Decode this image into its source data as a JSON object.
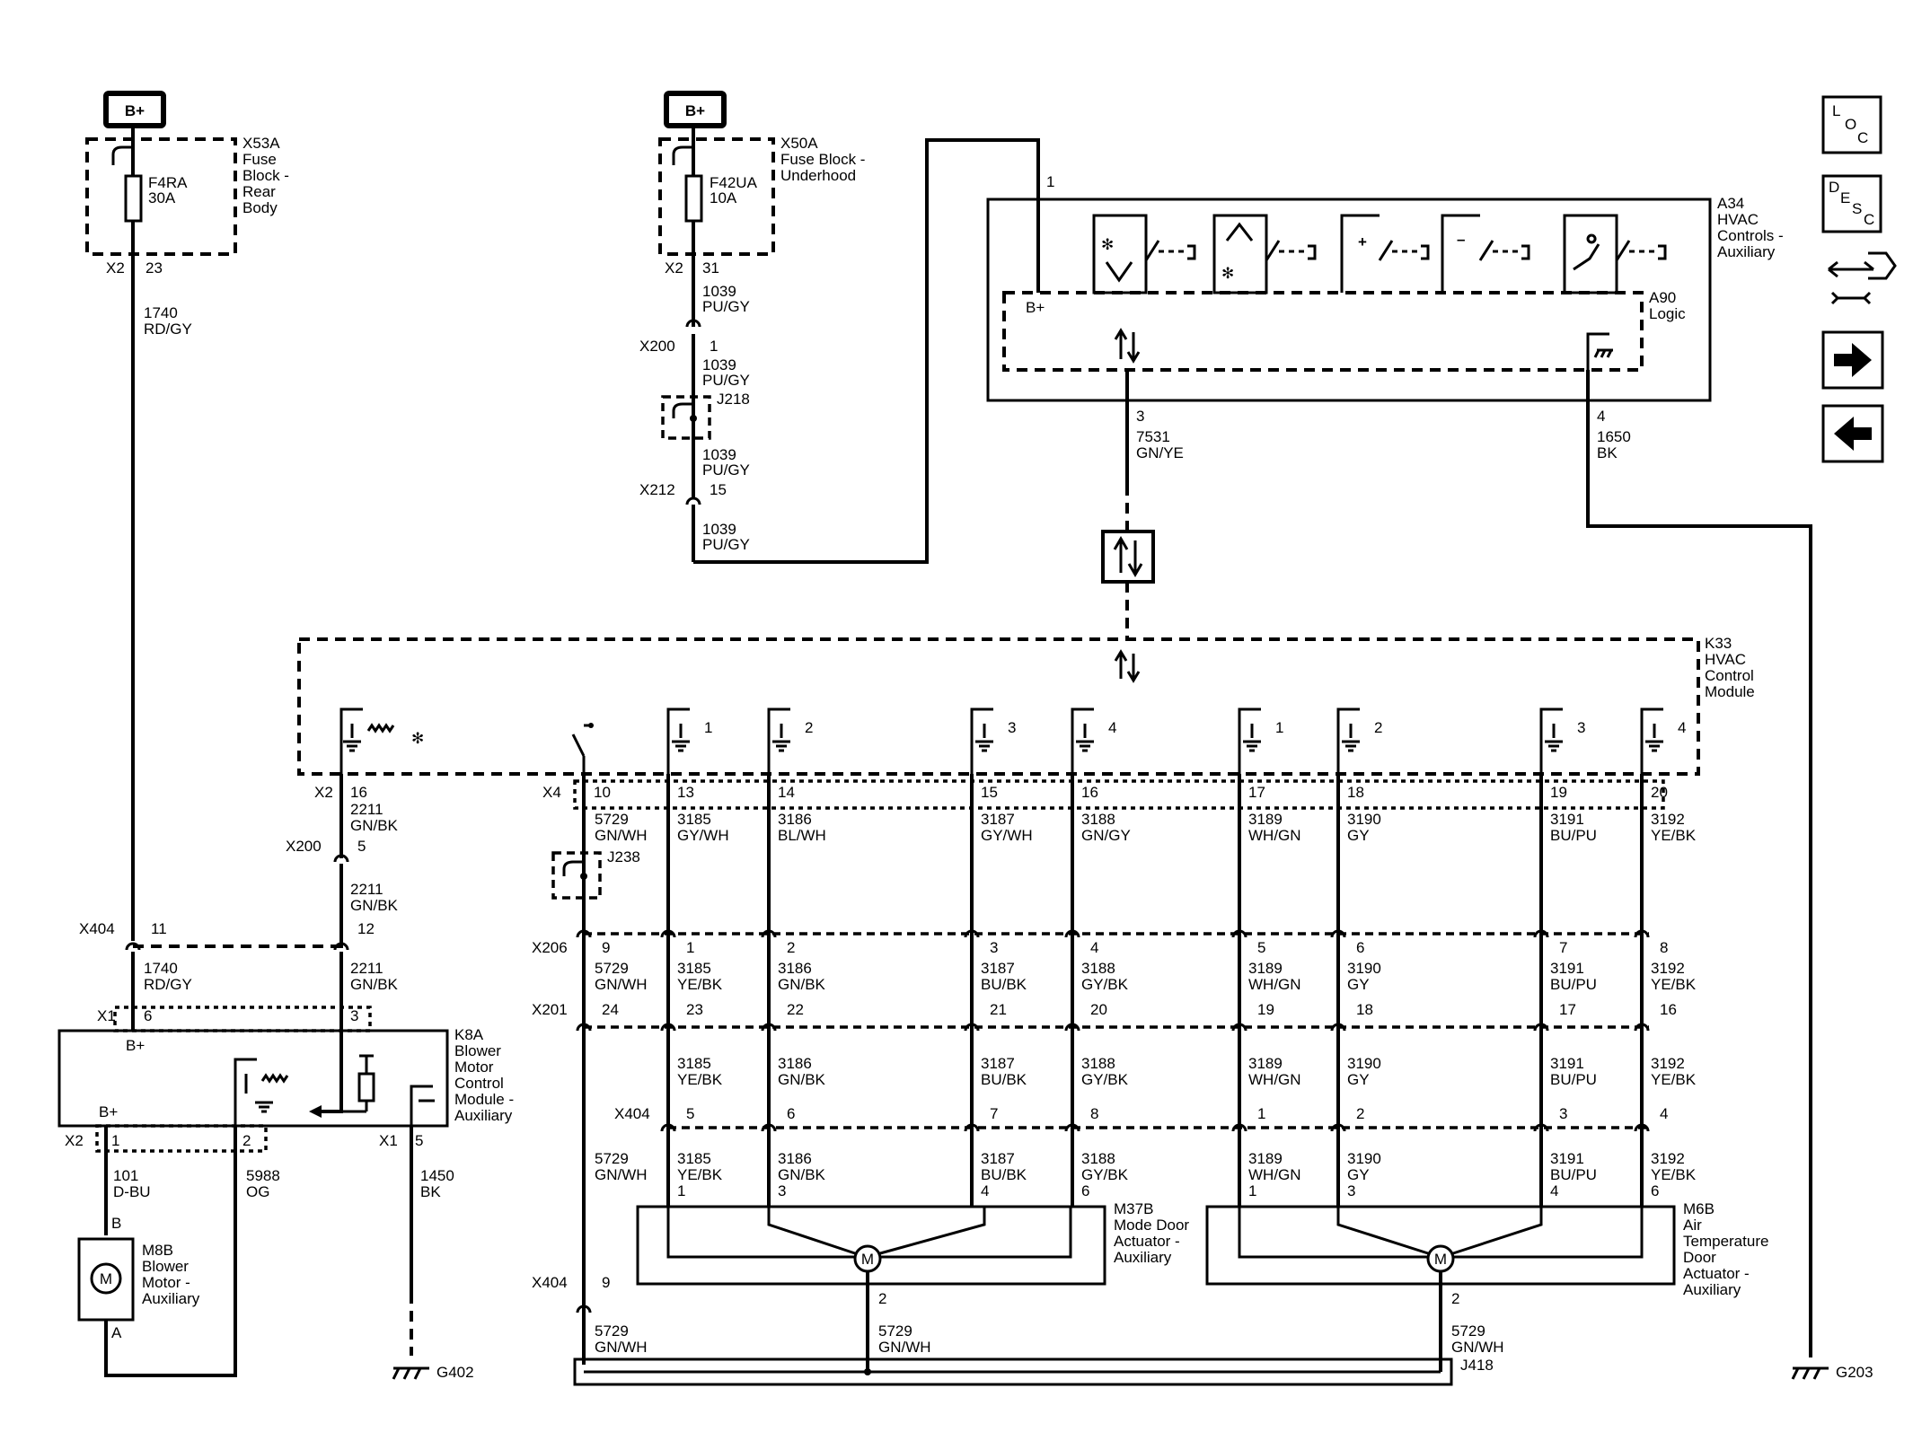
{
  "bplus": "B+",
  "fuse_x53a": {
    "id": "X53A",
    "name": [
      "Fuse",
      "Block -",
      "Rear",
      "Body"
    ],
    "fuse": "F4RA",
    "amps": "30A",
    "conn": "X2",
    "pin": "23"
  },
  "fuse_x50a": {
    "id": "X50A",
    "name": [
      "Fuse Block -",
      "Underhood"
    ],
    "fuse": "F42UA",
    "amps": "10A",
    "conn": "X2",
    "pin": "31"
  },
  "wire_1740": {
    "num": "1740",
    "color": "RD/GY"
  },
  "wire_1039": {
    "num": "1039",
    "color": "PU/GY"
  },
  "x200_a": {
    "conn": "X200",
    "pin": "1"
  },
  "j218": "J218",
  "x212": {
    "conn": "X212",
    "pin": "15"
  },
  "a34": {
    "id": "A34",
    "name": [
      "HVAC",
      "Controls -",
      "Auxiliary"
    ],
    "pin1": "1",
    "bplus": "B+",
    "logic_id": "A90",
    "logic_name": "Logic",
    "pin3": "3",
    "pin4": "4"
  },
  "wire_7531": {
    "num": "7531",
    "color": "GN/YE"
  },
  "wire_1650": {
    "num": "1650",
    "color": "BK"
  },
  "k33": {
    "id": "K33",
    "name": [
      "HVAC",
      "Control",
      "Module"
    ]
  },
  "k33_pins_left": {
    "x2": "X2",
    "p16": "16",
    "x4": "X4",
    "p10": "10"
  },
  "k33_switch_nums": [
    "1",
    "2",
    "3",
    "4",
    "1",
    "2",
    "3",
    "4"
  ],
  "circuits": [
    {
      "k33_pin": "13",
      "wire": "3185",
      "c1": "GY/WH",
      "x206": "1",
      "c2": "YE/BK",
      "x201": "23",
      "x404": "5",
      "act": "1"
    },
    {
      "k33_pin": "14",
      "wire": "3186",
      "c1": "BL/WH",
      "x206": "2",
      "c2": "GN/BK",
      "x201": "22",
      "x404": "6",
      "act": "3"
    },
    {
      "k33_pin": "15",
      "wire": "3187",
      "c1": "GY/WH",
      "x206": "3",
      "c2": "BU/BK",
      "x201": "21",
      "x404": "7",
      "act": "4"
    },
    {
      "k33_pin": "16",
      "wire": "3188",
      "c1": "GN/GY",
      "x206": "4",
      "c2": "GY/BK",
      "x201": "20",
      "x404": "8",
      "act": "6"
    },
    {
      "k33_pin": "17",
      "wire": "3189",
      "c1": "WH/GN",
      "x206": "5",
      "c2": "WH/GN",
      "x201": "19",
      "x404": "1",
      "act": "1"
    },
    {
      "k33_pin": "18",
      "wire": "3190",
      "c1": "GY",
      "x206": "6",
      "c2": "GY",
      "x201": "18",
      "x404": "2",
      "act": "3"
    },
    {
      "k33_pin": "19",
      "wire": "3191",
      "c1": "BU/PU",
      "x206": "7",
      "c2": "BU/PU",
      "x201": "17",
      "x404": "3",
      "act": "4"
    },
    {
      "k33_pin": "20",
      "wire": "3192",
      "c1": "YE/BK",
      "x206": "8",
      "c2": "YE/BK",
      "x201": "16",
      "x404": "4",
      "act": "6"
    }
  ],
  "wire_5729": {
    "num": "5729",
    "color": "GN/WH"
  },
  "wire_2211": {
    "num": "2211",
    "color": "GN/BK"
  },
  "x200_b": {
    "conn": "X200",
    "pin": "5",
    "pin_k33": "16"
  },
  "x404_left": {
    "conn": "X404",
    "pin_a": "11",
    "pin_b": "12"
  },
  "j238": "J238",
  "x206": {
    "conn": "X206",
    "p9": "9"
  },
  "x201": {
    "conn": "X201",
    "p24": "24"
  },
  "x404_mid": {
    "conn": "X404"
  },
  "x404_low": {
    "conn": "X404",
    "pin": "9"
  },
  "k8a": {
    "id": "K8A",
    "name": [
      "Blower",
      "Motor",
      "Control",
      "Module -",
      "Auxiliary"
    ],
    "x1": "X1",
    "p6": "6",
    "p3": "3",
    "bplus_top": "B+",
    "bplus_bot": "B+",
    "x2": "X2",
    "p1": "1",
    "p2": "2",
    "x1b": "X1",
    "p5": "5"
  },
  "wire_101": {
    "num": "101",
    "color": "D-BU"
  },
  "wire_5988": {
    "num": "5988",
    "color": "OG"
  },
  "wire_1450": {
    "num": "1450",
    "color": "BK"
  },
  "m8b": {
    "id": "M8B",
    "name": [
      "Blower",
      "Motor -",
      "Auxiliary"
    ],
    "pin_b": "B",
    "pin_a": "A",
    "symbol": "M"
  },
  "m37b": {
    "id": "M37B",
    "name": [
      "Mode Door",
      "Actuator -",
      "Auxiliary"
    ],
    "pin2": "2",
    "symbol": "M"
  },
  "m6b": {
    "id": "M6B",
    "name": [
      "Air",
      "Temperature",
      "Door",
      "Actuator -",
      "Auxiliary"
    ],
    "pin2": "2",
    "symbol": "M"
  },
  "j418": "J418",
  "g402": "G402",
  "g203": "G203",
  "nav": {
    "loc": [
      "L",
      "O",
      "C"
    ],
    "desc": [
      "D",
      "E",
      "S",
      "C"
    ]
  }
}
